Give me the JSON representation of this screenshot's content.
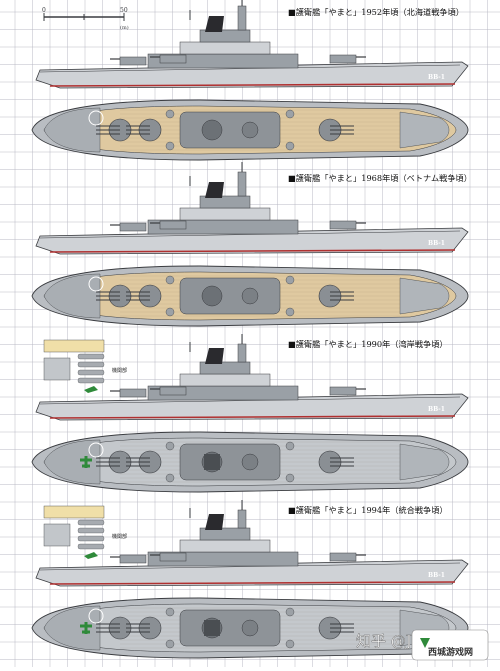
{
  "colors": {
    "background": "#ffffff",
    "grid": "#b9b9c4",
    "hull": "#cfd2d6",
    "hull_dark": "#9aa0a6",
    "outline": "#3a3c40",
    "deck_wood": "#dfc9a0",
    "deck_grey": "#c4c8cc",
    "boot_topping": "#b03030",
    "aircraft": "#2f8a3a",
    "note_box": "#f0dfa8"
  },
  "scale_bar": {
    "start": "0",
    "end": "50",
    "unit": "(m)"
  },
  "sections": [
    {
      "caption": "■護衛艦「やまと」1952年頃（北海道戦争頃）",
      "hull_number": "BB-1",
      "deck": "wood",
      "era": "1952",
      "has_aircraft": false
    },
    {
      "caption": "■護衛艦「やまと」1968年頃（ベトナム戦争頃）",
      "hull_number": "BB-1",
      "deck": "wood",
      "era": "1968",
      "has_aircraft": false
    },
    {
      "caption": "■護衛艦「やまと」1990年（湾岸戦争頃）",
      "hull_number": "BB-1",
      "deck": "grey",
      "era": "1990",
      "has_aircraft": true,
      "side_note": "機関部"
    },
    {
      "caption": "■護衛艦「やまと」1994年（統合戦争頃）",
      "hull_number": "BB-1",
      "deck": "grey",
      "era": "1994",
      "has_aircraft": true,
      "side_note": "機関部"
    }
  ],
  "watermarks": {
    "zhihu": "知乎 @Jimmy",
    "site": "西城游戏网"
  }
}
